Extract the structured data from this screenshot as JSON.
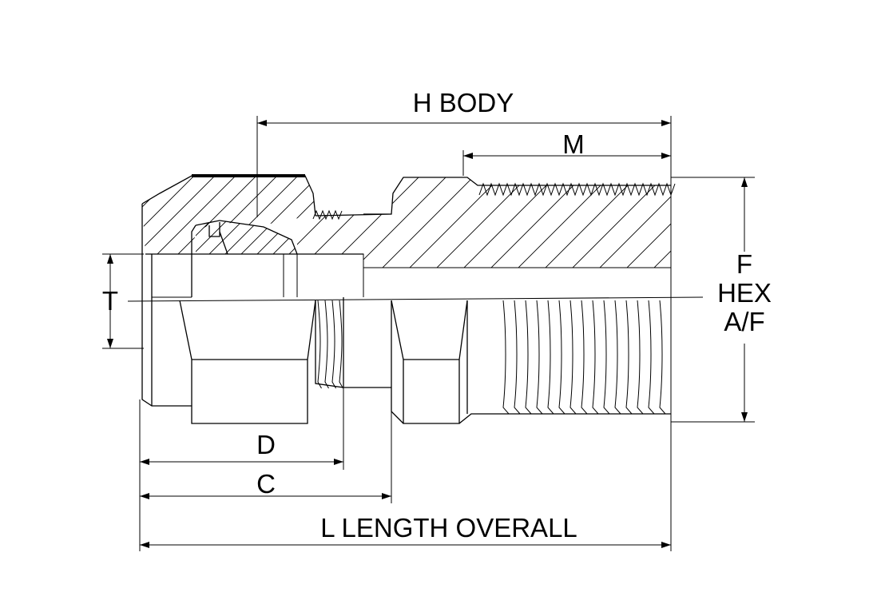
{
  "labels": {
    "h_body": "H BODY",
    "m": "M",
    "f": "F",
    "hex": "HEX",
    "af": "A/F",
    "t": "T",
    "d": "D",
    "c": "C",
    "l_length": "L LENGTH OVERALL"
  },
  "colors": {
    "line": "#000000",
    "background": "#ffffff"
  }
}
